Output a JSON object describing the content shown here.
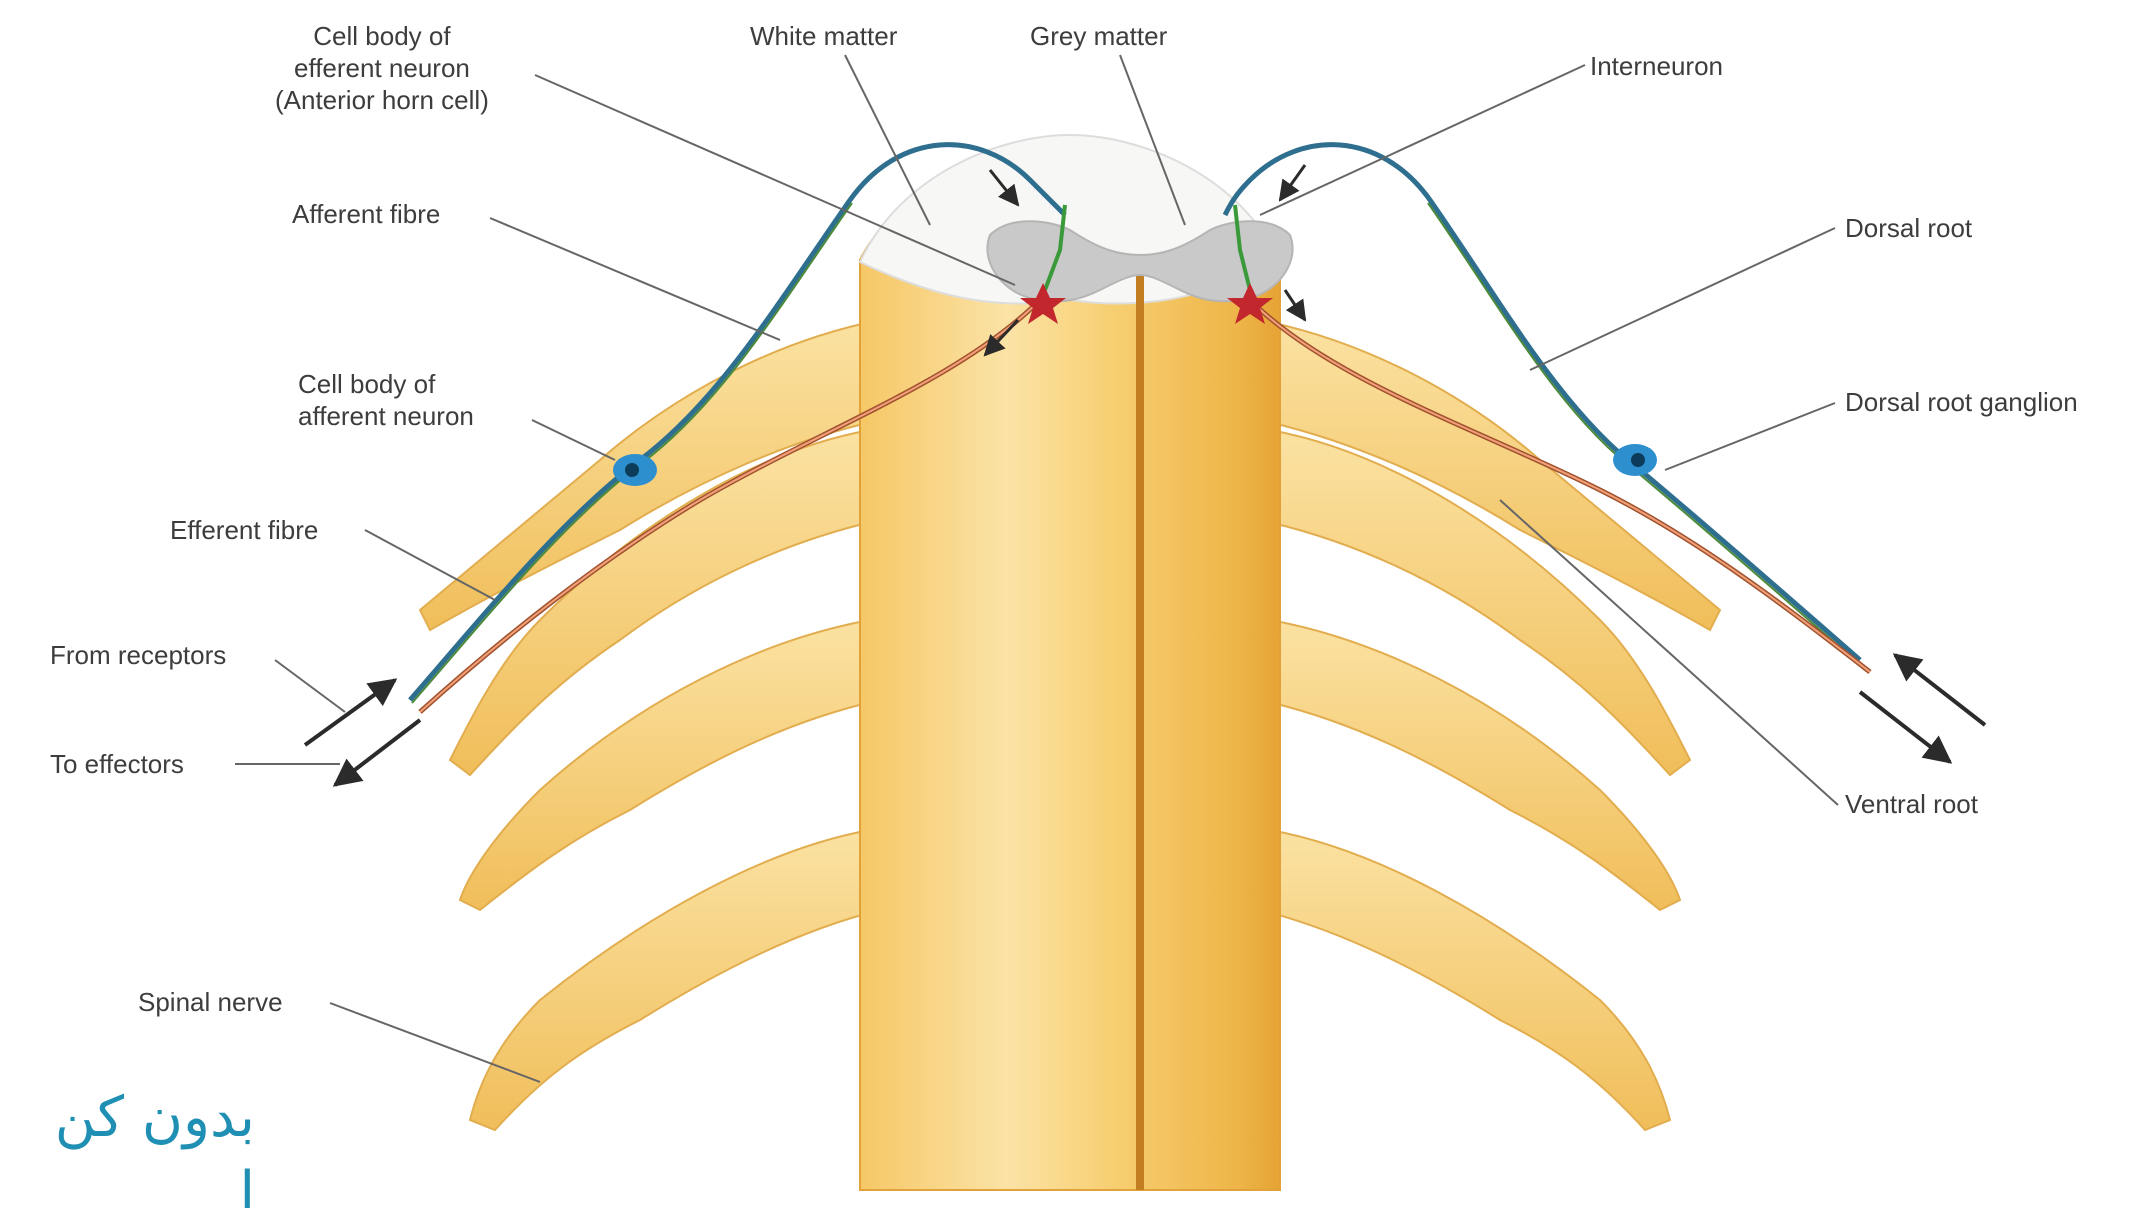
{
  "labels": {
    "cell_body_efferent": [
      "Cell body of",
      "efferent neuron",
      "(Anterior horn cell)"
    ],
    "white_matter": "White matter",
    "grey_matter": "Grey matter",
    "interneuron": "Interneuron",
    "afferent_fibre": "Afferent fibre",
    "dorsal_root": "Dorsal root",
    "cell_body_afferent": [
      "Cell body of",
      "afferent neuron"
    ],
    "dorsal_root_ganglion": "Dorsal root ganglion",
    "efferent_fibre": "Efferent fibre",
    "from_receptors": "From receptors",
    "to_effectors": "To effectors",
    "ventral_root": "Ventral root",
    "spinal_nerve": "Spinal nerve"
  },
  "watermark": {
    "line1": "بدون کن",
    "line2": "ا"
  },
  "colors": {
    "cord": "#f7cf72",
    "cord_dark": "#e9a93a",
    "grey_matter": "#c9c9c9",
    "afferent": "#2e6e8e",
    "efferent": "#a0522d",
    "synapse": "#c1272d",
    "leader_line": "#555555",
    "watermark": "#1f8fb3"
  }
}
